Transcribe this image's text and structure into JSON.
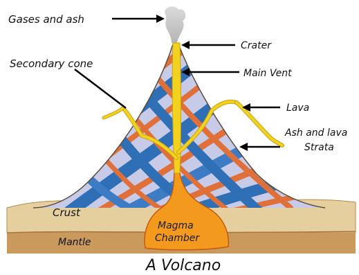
{
  "labels": {
    "gases_ash": "Gases and ash",
    "crater": "Crater",
    "secondary_cone": "Secondary cone",
    "main_vent": "Main Vent",
    "lava": "Lava",
    "ash_lava": "Ash and lava",
    "strata": "Strata",
    "crust": "Crust",
    "mantle": "Mantle",
    "magma": "Magma",
    "chamber": "Chamber"
  },
  "caption": "A Volcano",
  "colors": {
    "crust": "#e6cf9f",
    "mantle": "#c99a5c",
    "stripe_blue": "#2f6fb6",
    "stripe_lavender": "#c8cbe8",
    "stripe_orange": "#e0703a",
    "magma": "#f39a1e",
    "vent": "#f2d21e"
  }
}
